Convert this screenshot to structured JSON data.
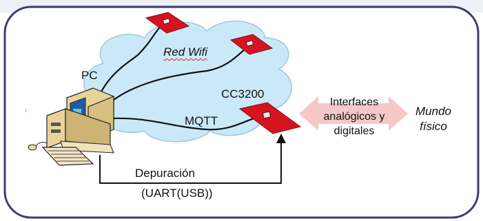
{
  "diagram": {
    "pc_label": "PC",
    "network_label": "Red Wifi",
    "device_label": "CC3200",
    "protocol_label": "MQTT",
    "interfaces_label": "Interfaces analógicos y digitales",
    "world_label": "Mundo físico",
    "debug_label": "Depuración",
    "debug_channel_label": "(UART(USB))"
  },
  "colors": {
    "frame": "#3b3a78",
    "cloud_fill": "#c9e9f9",
    "cloud_stroke": "#9fc6dd",
    "module_fill": "#d61421",
    "interface_arrow": "#f5c8c7",
    "wires": "#111111"
  },
  "icons": [
    "computer-icon",
    "wifi-module-icon",
    "cc3200-module-icon"
  ]
}
